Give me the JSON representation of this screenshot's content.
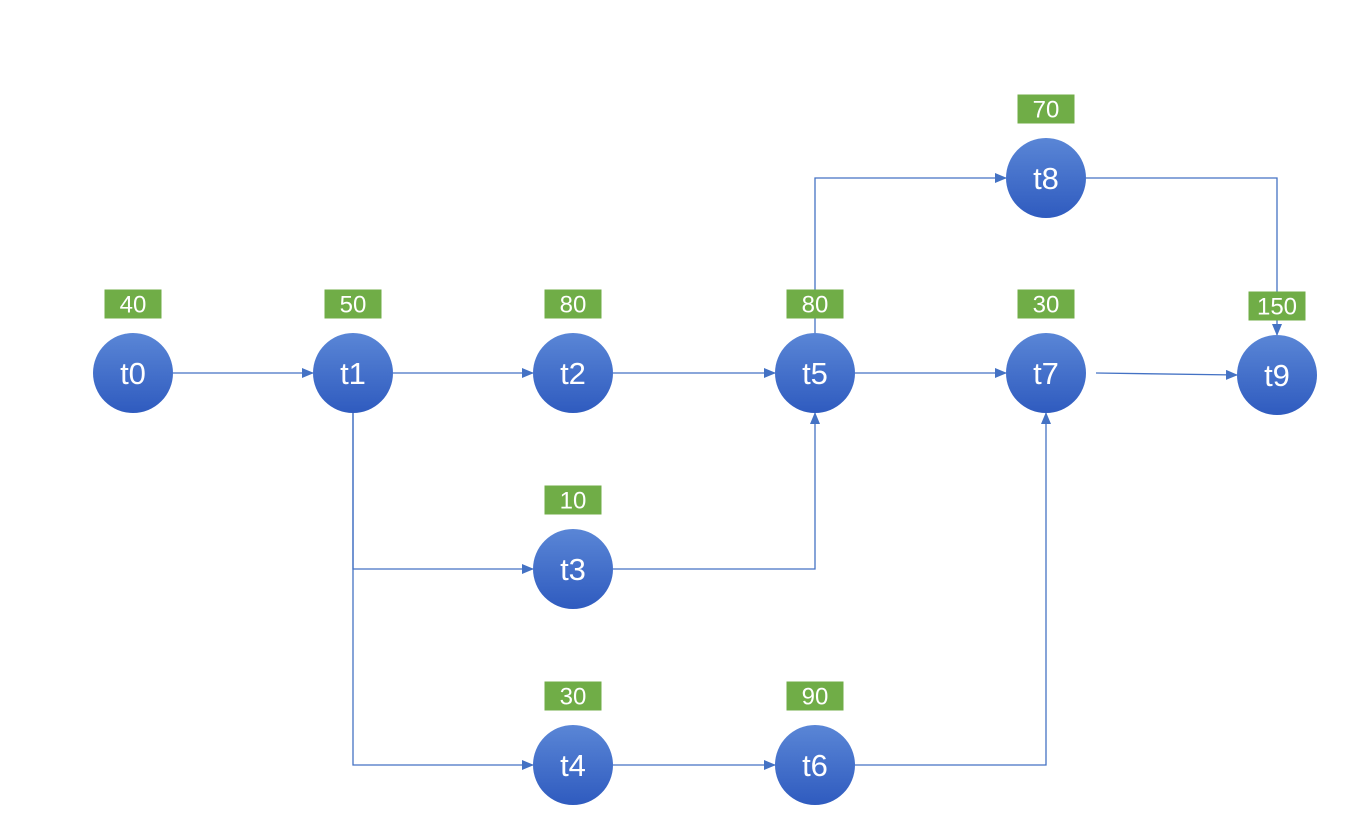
{
  "colors": {
    "node_top": "#5a86d6",
    "node_bottom": "#2f5bbf",
    "weight_box": "#70ad47",
    "edge": "#4472c4",
    "text": "#ffffff"
  },
  "nodes": [
    {
      "id": "t0",
      "label": "t0",
      "weight": "40"
    },
    {
      "id": "t1",
      "label": "t1",
      "weight": "50"
    },
    {
      "id": "t2",
      "label": "t2",
      "weight": "80"
    },
    {
      "id": "t3",
      "label": "t3",
      "weight": "10"
    },
    {
      "id": "t4",
      "label": "t4",
      "weight": "30"
    },
    {
      "id": "t5",
      "label": "t5",
      "weight": "80"
    },
    {
      "id": "t6",
      "label": "t6",
      "weight": "90"
    },
    {
      "id": "t7",
      "label": "t7",
      "weight": "30"
    },
    {
      "id": "t8",
      "label": "t8",
      "weight": "70"
    },
    {
      "id": "t9",
      "label": "t9",
      "weight": "150"
    }
  ],
  "edges": [
    {
      "from": "t0",
      "to": "t1"
    },
    {
      "from": "t1",
      "to": "t2"
    },
    {
      "from": "t1",
      "to": "t3"
    },
    {
      "from": "t1",
      "to": "t4"
    },
    {
      "from": "t2",
      "to": "t5"
    },
    {
      "from": "t3",
      "to": "t5"
    },
    {
      "from": "t4",
      "to": "t6"
    },
    {
      "from": "t5",
      "to": "t7"
    },
    {
      "from": "t5",
      "to": "t8"
    },
    {
      "from": "t6",
      "to": "t7"
    },
    {
      "from": "t7",
      "to": "t9"
    },
    {
      "from": "t8",
      "to": "t9"
    }
  ]
}
